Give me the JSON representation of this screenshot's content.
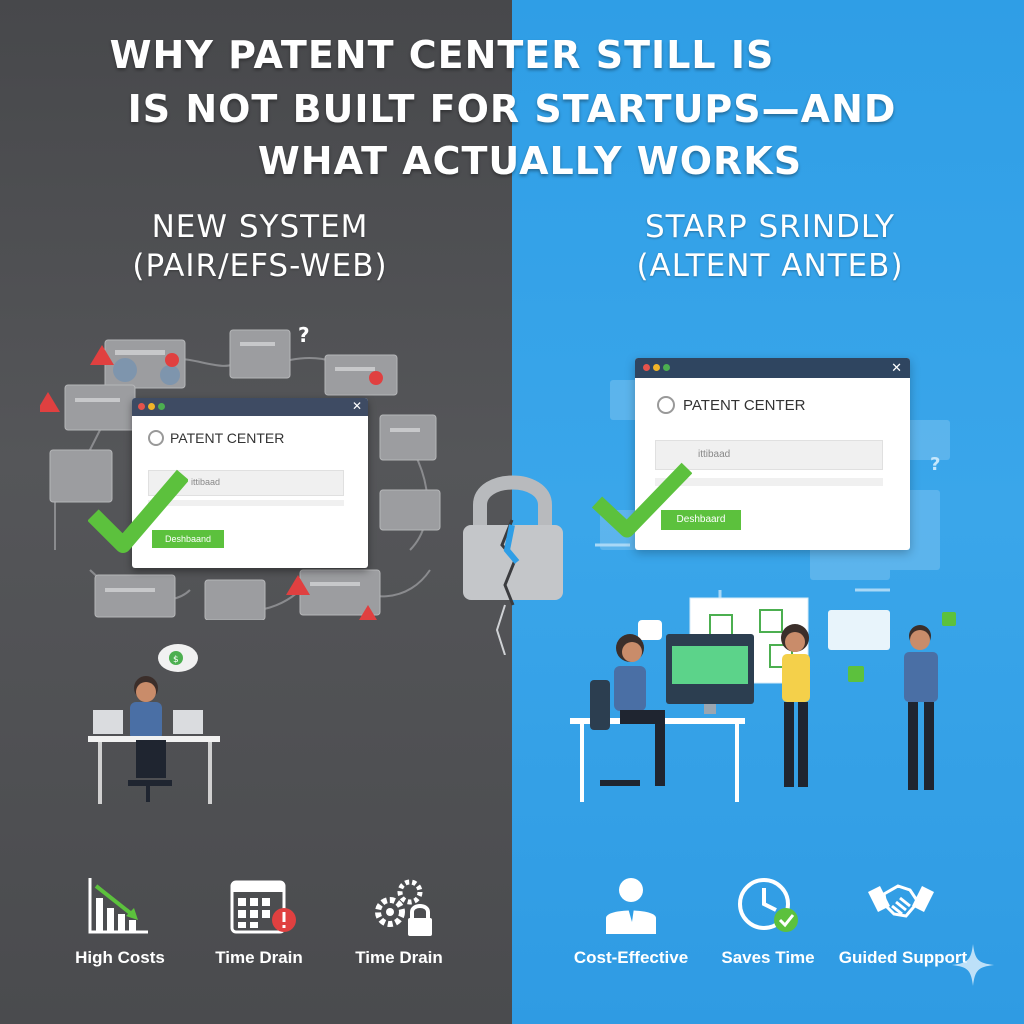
{
  "title": {
    "line1": "WHY PATENT CENTER STILL IS",
    "line2": "IS NOT BUILT FOR STARTUPS—AND",
    "line3": "WHAT ACTUALLY WORKS"
  },
  "left": {
    "heading_line1": "NEW SYSTEM",
    "heading_line2": "(PAIR/EFS-WEB)",
    "window_title": "PATENT CENTER",
    "input_text": "ittibaad",
    "button_label": "Deshbaand",
    "features": [
      {
        "label": "High Costs",
        "icon": "chart-down-icon"
      },
      {
        "label": "Time Drain",
        "icon": "calendar-alert-icon"
      },
      {
        "label": "Time Drain",
        "icon": "gears-lock-icon"
      }
    ]
  },
  "right": {
    "heading_line1": "STARP SRINDLY",
    "heading_line2": "(ALTENT ANTEB)",
    "window_title": "PATENT CENTER",
    "input_text": "ittibaad",
    "button_label": "Deshbaard",
    "features": [
      {
        "label": "Cost-Effective",
        "icon": "person-icon"
      },
      {
        "label": "Saves Time",
        "icon": "clock-check-icon"
      },
      {
        "label": "Guided Support",
        "icon": "handshake-icon"
      }
    ]
  },
  "colors": {
    "left_bg": "#4a4b4e",
    "right_bg": "#3aa6ea",
    "check_green": "#5cc13d",
    "alert_red": "#e04040",
    "button_green": "#5cc13d"
  }
}
